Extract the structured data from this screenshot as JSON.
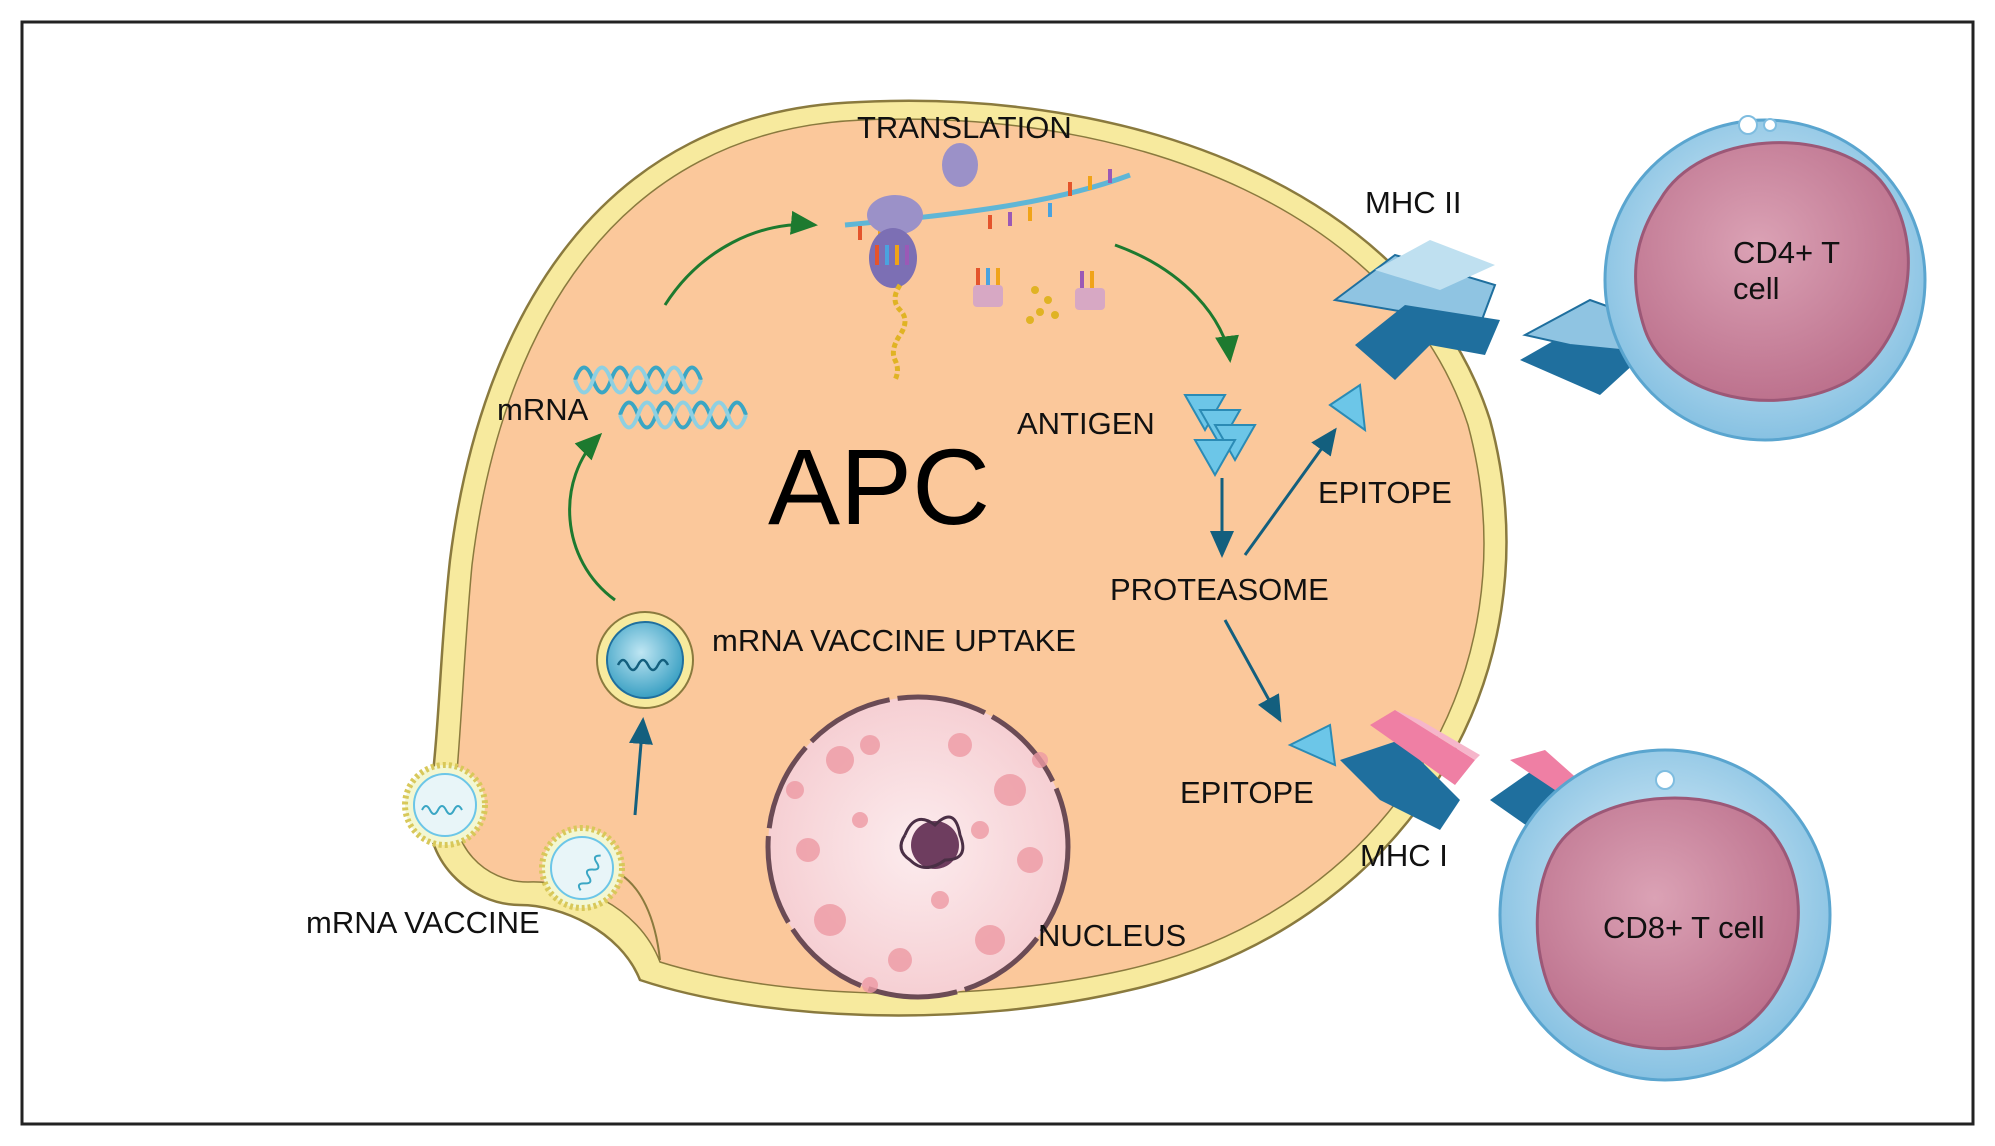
{
  "labels": {
    "translation": "TRANSLATION",
    "mhc_ii": "MHC II",
    "cd4_line1": "CD4+ T",
    "cd4_line2": "cell",
    "mrna": "mRNA",
    "antigen": "ANTIGEN",
    "apc": "APC",
    "epitope_upper": "EPITOPE",
    "proteasome": "PROTEASOME",
    "mrna_vaccine_uptake": "mRNA VACCINE UPTAKE",
    "epitope_lower": "EPITOPE",
    "mhc_i": "MHC I",
    "cd8": "CD8+ T cell",
    "mrna_vaccine": "mRNA VACCINE",
    "nucleus": "NUCLEUS"
  },
  "colors": {
    "cytoplasm": "#fbc89b",
    "membrane": "#f7ea9e",
    "membrane_edge": "#8a7a3e",
    "tcell_body": "#cf89a0",
    "tcell_rim": "#a9d6ee",
    "mhc_light": "#8fc4e2",
    "mhc_dark": "#1f6f9e",
    "mhc_pink": "#ef7fa4",
    "arrow_green": "#1d7a2f",
    "arrow_teal": "#135f7e",
    "epitope": "#6cc6e8"
  }
}
